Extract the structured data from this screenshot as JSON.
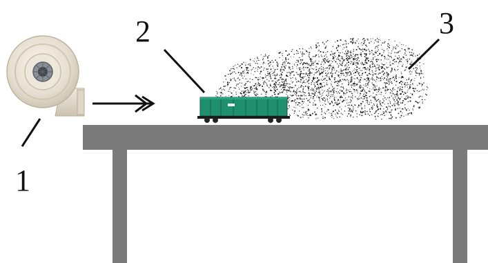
{
  "labels": {
    "fan": "1",
    "wagon": "2",
    "dust_cloud": "3"
  },
  "colors": {
    "table": "#7a7a7a",
    "wagon_body": "#1f8f6e",
    "wagon_dark": "#146b52",
    "fan_body": "#e9e3d6",
    "particles": "#1a1a1a"
  }
}
